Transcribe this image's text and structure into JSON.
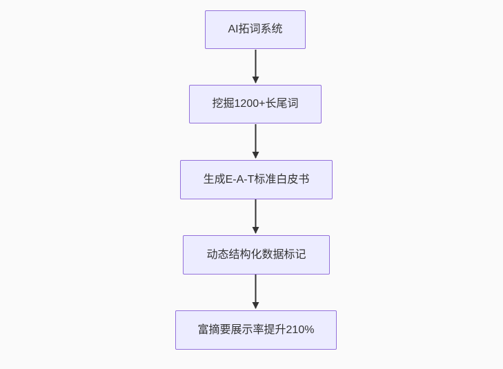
{
  "diagram": {
    "type": "flowchart",
    "direction": "top-down",
    "nodes": [
      {
        "id": "A",
        "label": "AI拓词系统"
      },
      {
        "id": "B",
        "label": "挖掘1200+长尾词"
      },
      {
        "id": "C",
        "label": "生成E-A-T标准白皮书"
      },
      {
        "id": "D",
        "label": "动态结构化数据标记"
      },
      {
        "id": "E",
        "label": "富摘要展示率提升210%"
      }
    ],
    "edges": [
      {
        "from": "A",
        "to": "B"
      },
      {
        "from": "B",
        "to": "C"
      },
      {
        "from": "C",
        "to": "D"
      },
      {
        "from": "D",
        "to": "E"
      }
    ],
    "colors": {
      "node_fill": "#ECECFF",
      "node_border": "#9370DB",
      "edge": "#333333",
      "text": "#333333",
      "background": "#FAFAFA"
    }
  }
}
